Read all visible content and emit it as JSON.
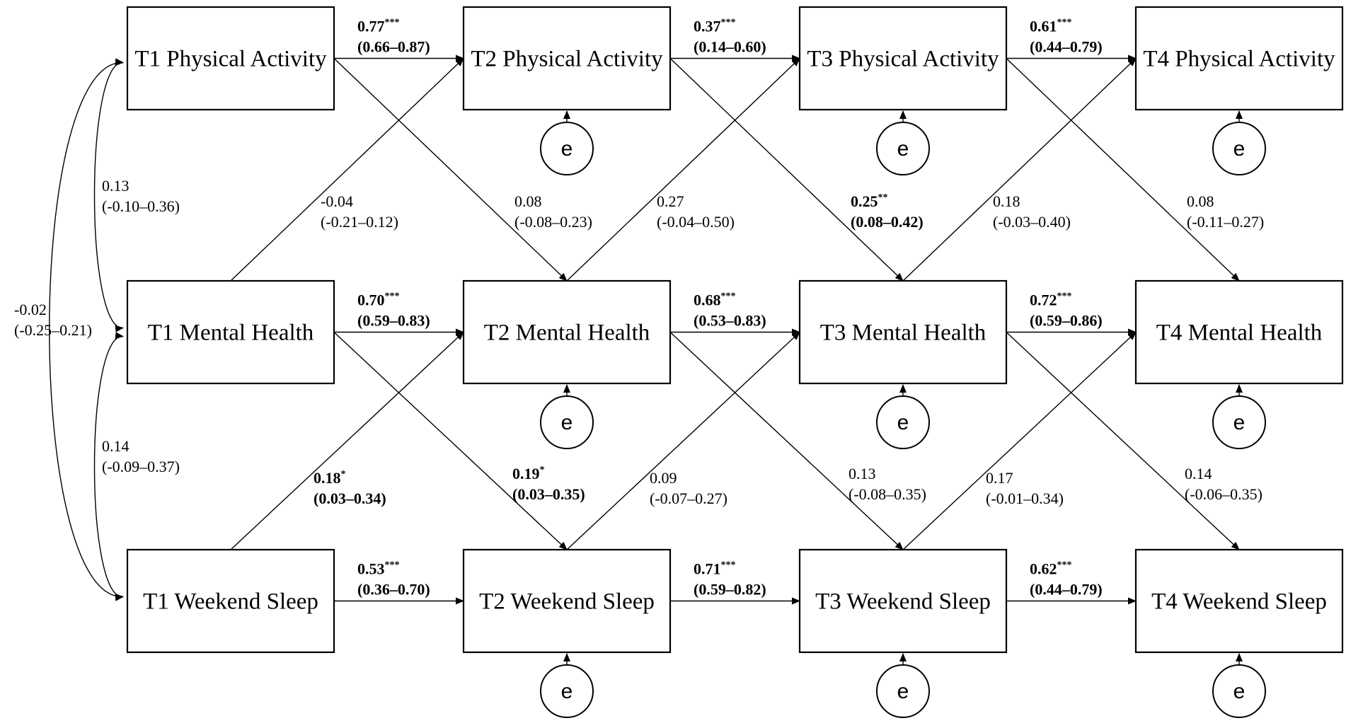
{
  "nodes": [
    {
      "id": "t1pa",
      "label": "T1 Physical Activity",
      "residual": false
    },
    {
      "id": "t2pa",
      "label": "T2 Physical Activity",
      "residual": true
    },
    {
      "id": "t3pa",
      "label": "T3 Physical Activity",
      "residual": true
    },
    {
      "id": "t4pa",
      "label": "T4 Physical Activity",
      "residual": true
    },
    {
      "id": "t1mh",
      "label": "T1 Mental Health",
      "residual": false
    },
    {
      "id": "t2mh",
      "label": "T2 Mental Health",
      "residual": true
    },
    {
      "id": "t3mh",
      "label": "T3 Mental Health",
      "residual": true
    },
    {
      "id": "t4mh",
      "label": "T4 Mental Health",
      "residual": true
    },
    {
      "id": "t1ws",
      "label": "T1 Weekend Sleep",
      "residual": false
    },
    {
      "id": "t2ws",
      "label": "T2 Weekend Sleep",
      "residual": true
    },
    {
      "id": "t3ws",
      "label": "T3 Weekend Sleep",
      "residual": true
    },
    {
      "id": "t4ws",
      "label": "T4 Weekend Sleep",
      "residual": true
    }
  ],
  "residual_label": "e",
  "paths": [
    {
      "from": "t1pa",
      "to": "t2pa",
      "coef": "0.77",
      "sig": "***",
      "ci": "(0.66–0.87)",
      "bold": true
    },
    {
      "from": "t2pa",
      "to": "t3pa",
      "coef": "0.37",
      "sig": "***",
      "ci": "(0.14–0.60)",
      "bold": true
    },
    {
      "from": "t3pa",
      "to": "t4pa",
      "coef": "0.61",
      "sig": "***",
      "ci": "(0.44–0.79)",
      "bold": true
    },
    {
      "from": "t1mh",
      "to": "t2mh",
      "coef": "0.70",
      "sig": "***",
      "ci": "(0.59–0.83)",
      "bold": true
    },
    {
      "from": "t2mh",
      "to": "t3mh",
      "coef": "0.68",
      "sig": "***",
      "ci": "(0.53–0.83)",
      "bold": true
    },
    {
      "from": "t3mh",
      "to": "t4mh",
      "coef": "0.72",
      "sig": "***",
      "ci": "(0.59–0.86)",
      "bold": true
    },
    {
      "from": "t1ws",
      "to": "t2ws",
      "coef": "0.53",
      "sig": "***",
      "ci": "(0.36–0.70)",
      "bold": true
    },
    {
      "from": "t2ws",
      "to": "t3ws",
      "coef": "0.71",
      "sig": "***",
      "ci": "(0.59–0.82)",
      "bold": true
    },
    {
      "from": "t3ws",
      "to": "t4ws",
      "coef": "0.62",
      "sig": "***",
      "ci": "(0.44–0.79)",
      "bold": true
    },
    {
      "from": "t1pa",
      "to": "t2mh",
      "coef": "0.08",
      "sig": "",
      "ci": "(-0.08–0.23)",
      "bold": false
    },
    {
      "from": "t2pa",
      "to": "t3mh",
      "coef": "0.25",
      "sig": "**",
      "ci": "(0.08–0.42)",
      "bold": true
    },
    {
      "from": "t3pa",
      "to": "t4mh",
      "coef": "0.08",
      "sig": "",
      "ci": "(-0.11–0.27)",
      "bold": false
    },
    {
      "from": "t1mh",
      "to": "t2pa",
      "coef": "-0.04",
      "sig": "",
      "ci": "(-0.21–0.12)",
      "bold": false
    },
    {
      "from": "t2mh",
      "to": "t3pa",
      "coef": "0.27",
      "sig": "",
      "ci": "(-0.04–0.50)",
      "bold": false
    },
    {
      "from": "t3mh",
      "to": "t4pa",
      "coef": "0.18",
      "sig": "",
      "ci": "(-0.03–0.40)",
      "bold": false
    },
    {
      "from": "t1mh",
      "to": "t2ws",
      "coef": "0.19",
      "sig": "*",
      "ci": "(0.03–0.35)",
      "bold": true
    },
    {
      "from": "t2mh",
      "to": "t3ws",
      "coef": "0.13",
      "sig": "",
      "ci": "(-0.08–0.35)",
      "bold": false
    },
    {
      "from": "t3mh",
      "to": "t4ws",
      "coef": "0.14",
      "sig": "",
      "ci": "(-0.06–0.35)",
      "bold": false
    },
    {
      "from": "t1ws",
      "to": "t2mh",
      "coef": "0.18",
      "sig": "*",
      "ci": "(0.03–0.34)",
      "bold": true
    },
    {
      "from": "t2ws",
      "to": "t3mh",
      "coef": "0.09",
      "sig": "",
      "ci": "(-0.07–0.27)",
      "bold": false
    },
    {
      "from": "t3ws",
      "to": "t4mh",
      "coef": "0.17",
      "sig": "",
      "ci": "(-0.01–0.34)",
      "bold": false
    }
  ],
  "covariances": [
    {
      "between": [
        "t1pa",
        "t1mh"
      ],
      "coef": "0.13",
      "ci": "(-0.10–0.36)"
    },
    {
      "between": [
        "t1mh",
        "t1ws"
      ],
      "coef": "0.14",
      "ci": "(-0.09–0.37)"
    },
    {
      "between": [
        "t1pa",
        "t1ws"
      ],
      "coef": "-0.02",
      "ci": "(-0.25–0.21)"
    }
  ]
}
